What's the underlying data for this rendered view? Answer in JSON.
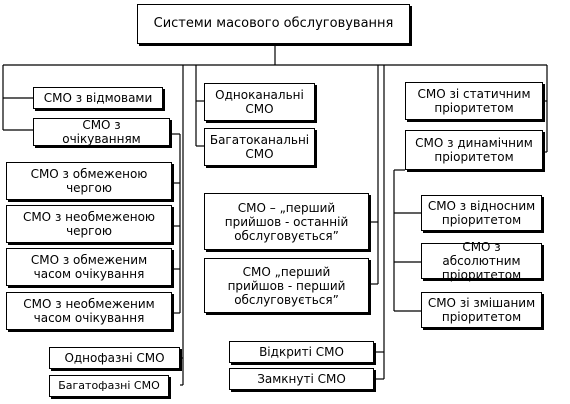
{
  "title": "Системи масового обслуговування",
  "column_left": {
    "groups": [
      {
        "lines": [
          "СМО з відмовами"
        ]
      },
      {
        "lines": [
          "СМО з",
          "очікуванням"
        ]
      }
    ],
    "waiting_types": [
      {
        "lines": [
          "СМО з обмеженою",
          "чергою"
        ]
      },
      {
        "lines": [
          "СМО з необмеженою",
          "чергою"
        ]
      },
      {
        "lines": [
          "СМО з обмеженим",
          "часом очікування"
        ]
      },
      {
        "lines": [
          "СМО з необмеженим",
          "часом очікування"
        ]
      }
    ],
    "phase": [
      {
        "lines": [
          "Однофазні СМО"
        ]
      },
      {
        "lines": [
          "Багатофазні СМО"
        ]
      }
    ]
  },
  "column_middle": {
    "channels": [
      {
        "lines": [
          "Одноканальні",
          "СМО"
        ]
      },
      {
        "lines": [
          "Багатоканальні",
          "СМО"
        ]
      }
    ],
    "discipline": [
      {
        "lines": [
          "СМО – „перший",
          "прийшов - останній",
          "обслуговується”"
        ]
      },
      {
        "lines": [
          "СМО „перший",
          "прийшов - перший",
          "обслуговується”"
        ]
      }
    ],
    "openness": [
      {
        "lines": [
          "Відкриті СМО"
        ]
      },
      {
        "lines": [
          "Замкнуті СМО"
        ]
      }
    ]
  },
  "column_right": {
    "priority": [
      {
        "lines": [
          "СМО зі статичним",
          "пріоритетом"
        ]
      },
      {
        "lines": [
          "СМО з динамічним",
          "пріоритетом"
        ]
      }
    ],
    "dynamic_types": [
      {
        "lines": [
          "СМО з відносним",
          "пріоритетом"
        ]
      },
      {
        "lines": [
          "СМО з абсолютним",
          "пріоритетом"
        ]
      },
      {
        "lines": [
          "СМО зі змішаним",
          "пріоритетом"
        ]
      }
    ]
  }
}
